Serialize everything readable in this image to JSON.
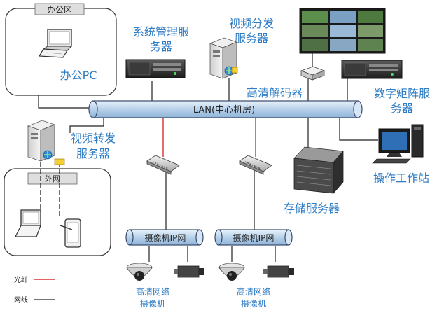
{
  "zones": {
    "office": "办公区",
    "external": "外网"
  },
  "lan": {
    "label": "LAN(中心机房)"
  },
  "camera_networks": [
    {
      "label": "摄像机IP网",
      "camera_caption_line1": "高清网络",
      "camera_caption_line2": "摄像机"
    },
    {
      "label": "摄像机IP网",
      "camera_caption_line1": "高清网络",
      "camera_caption_line2": "摄像机"
    }
  ],
  "nodes": {
    "office_pc": "办公PC",
    "sys_mgmt_line1": "系统管理服",
    "sys_mgmt_line2": "务器",
    "video_dist_line1": "视频分发",
    "video_dist_line2": "服务器",
    "hd_decoder": "高清解码器",
    "matrix_line1": "数字矩阵服",
    "matrix_line2": "务器",
    "video_fwd_line1": "视频转发",
    "video_fwd_line2": "服务器",
    "storage": "存储服务器",
    "workstation": "操作工作站"
  },
  "legend": {
    "fiber": "光纤",
    "network": "网线"
  },
  "colors": {
    "label_blue": "#2e7cc4",
    "fiber_red": "#d9302c",
    "pipe_fill": "#c7dbef",
    "pipe_stroke": "#3a4a6b"
  }
}
